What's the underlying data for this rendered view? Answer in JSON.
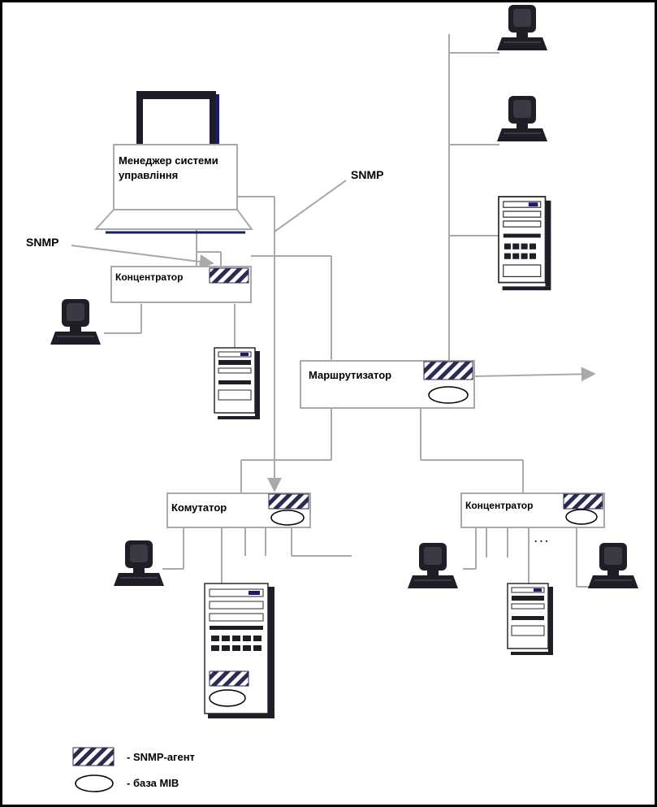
{
  "labels": {
    "manager_line1": "Менеджер системи",
    "manager_line2": "управління",
    "snmp_top": "SNMP",
    "snmp_left": "SNMP",
    "hub1": "Концентратор",
    "router": "Маршрутизатор",
    "switch": "Комутатор",
    "hub2": "Концентратор",
    "dots": ". . ."
  },
  "legend": {
    "agent": "- SNMP-агент",
    "mib": "- база MIB"
  },
  "colors": {
    "line": "#a9a9a9",
    "box_border": "#a9a9a9",
    "dark": "#1e1e26",
    "blue": "#1a1a6e"
  },
  "icons": {
    "workstation": "workstation-icon",
    "server": "server-icon",
    "agent": "snmp-agent-icon",
    "mib": "mib-database-icon"
  }
}
